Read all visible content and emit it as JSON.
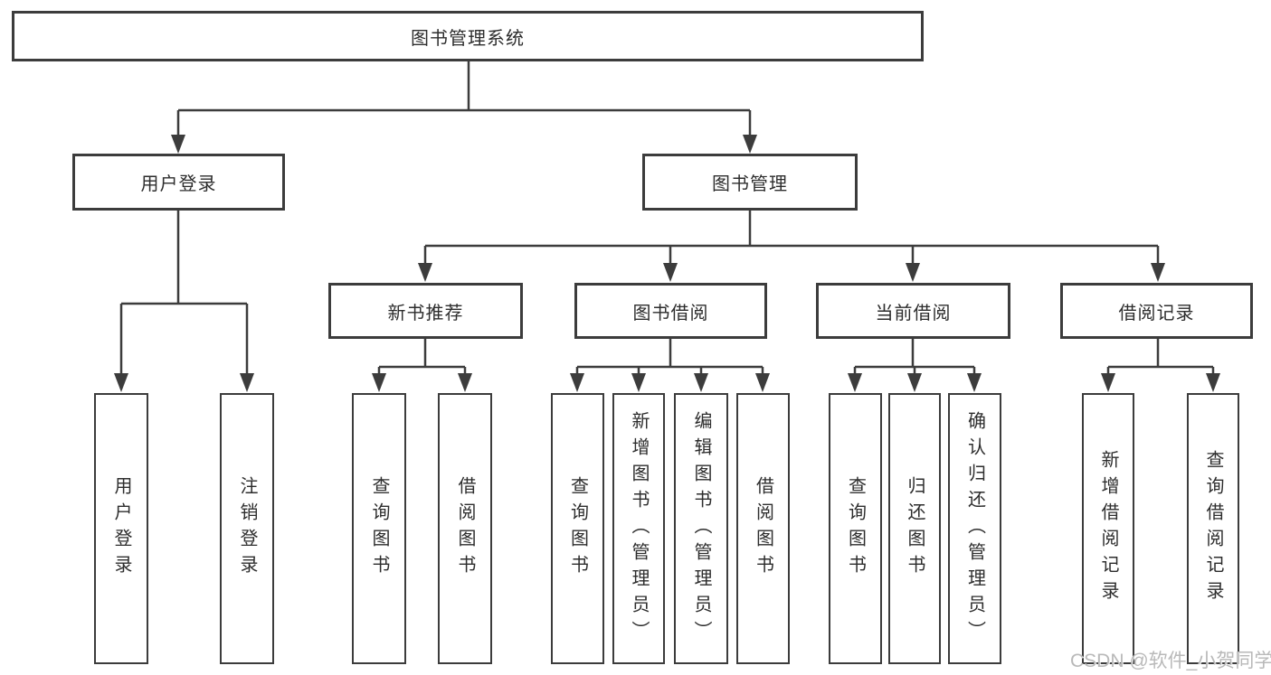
{
  "diagram": {
    "title": "图书管理系统",
    "level2": [
      {
        "id": "user-login",
        "label": "用户登录"
      },
      {
        "id": "book-management",
        "label": "图书管理"
      }
    ],
    "level3": [
      {
        "id": "new-book-recommend",
        "label": "新书推荐"
      },
      {
        "id": "book-borrow",
        "label": "图书借阅"
      },
      {
        "id": "current-borrow",
        "label": "当前借阅"
      },
      {
        "id": "borrow-records",
        "label": "借阅记录"
      }
    ],
    "leaves": [
      {
        "parent": "用户登录",
        "label": "用户登录"
      },
      {
        "parent": "用户登录",
        "label": "注销登录"
      },
      {
        "parent": "新书推荐",
        "label": "查询图书"
      },
      {
        "parent": "新书推荐",
        "label": "借阅图书"
      },
      {
        "parent": "图书借阅",
        "label": "查询图书"
      },
      {
        "parent": "图书借阅",
        "label": "新增图书（管理员）"
      },
      {
        "parent": "图书借阅",
        "label": "编辑图书（管理员）"
      },
      {
        "parent": "图书借阅",
        "label": "借阅图书"
      },
      {
        "parent": "当前借阅",
        "label": "查询图书"
      },
      {
        "parent": "当前借阅",
        "label": "归还图书"
      },
      {
        "parent": "当前借阅",
        "label": "确认归还（管理员）"
      },
      {
        "parent": "借阅记录",
        "label": "新增借阅记录"
      },
      {
        "parent": "借阅记录",
        "label": "查询借阅记录"
      }
    ]
  },
  "watermark": "CSDN @软件_小贺同学",
  "colors": {
    "line": "#3c3c3c",
    "text": "#2d2d2d",
    "background": "#ffffff",
    "watermark": "#b9b9b9"
  }
}
